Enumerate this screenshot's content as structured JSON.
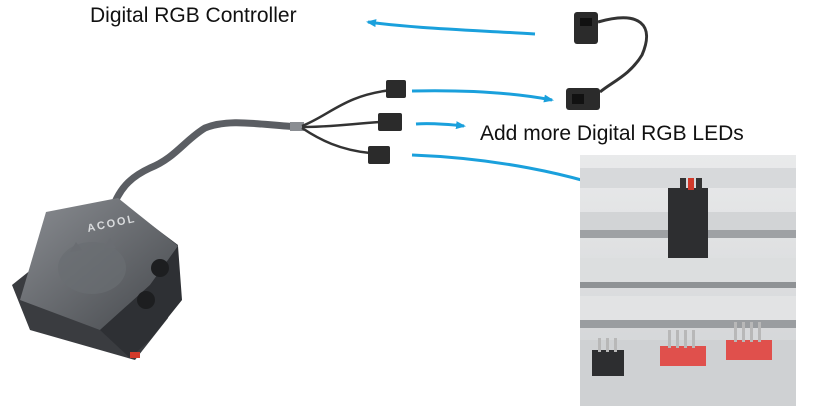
{
  "labels": {
    "controller": "Digital RGB Controller",
    "add_leds": "Add more Digital RGB LEDs"
  },
  "device": {
    "logo": "ACOOL"
  },
  "colors": {
    "arrow": "#1aa0dc",
    "device_body": "#4a4d52",
    "cable": "#5b5e63",
    "connector": "#2b2b2b",
    "header_pins": "#e0504c"
  },
  "icons": {
    "arrow": "right-arrow-icon"
  }
}
